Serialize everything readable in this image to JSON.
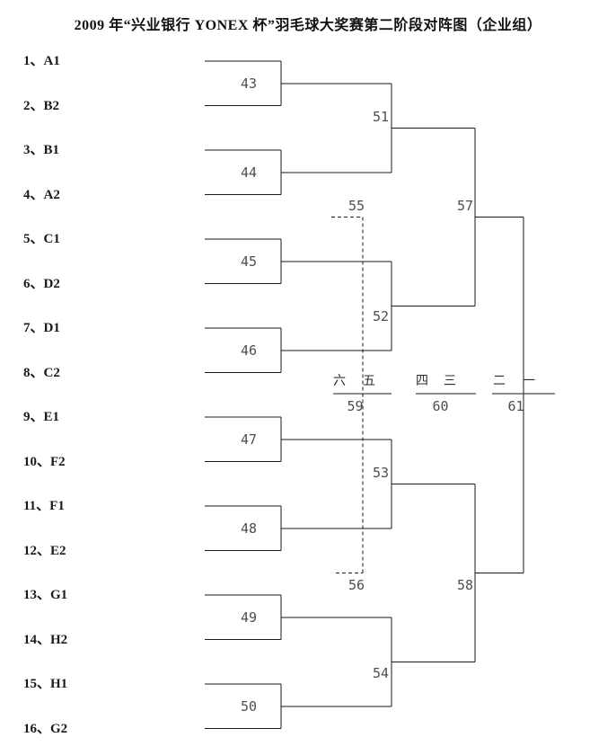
{
  "title": "2009 年“兴业银行 YONEX 杯”羽毛球大奖赛第二阶段对阵图（企业组）",
  "players": [
    "1、A1",
    "2、B2",
    "3、B1",
    "4、A2",
    "5、C1",
    "6、D2",
    "7、D1",
    "8、C2",
    "9、E1",
    "10、F2",
    "11、F1",
    "12、E2",
    "13、G1",
    "14、H2",
    "15、H1",
    "16、G2"
  ],
  "matches": {
    "round1": [
      "43",
      "44",
      "45",
      "46",
      "47",
      "48",
      "49",
      "50"
    ],
    "quarterfinals": [
      "51",
      "52",
      "53",
      "54"
    ],
    "consolation_semis": [
      "55",
      "56"
    ],
    "semifinals": [
      "57",
      "58"
    ],
    "placement": {
      "fifth_sixth": "59",
      "third_fourth": "60",
      "final": "61"
    }
  },
  "placement_headers": [
    "六",
    "五",
    "四",
    "三",
    "二",
    "一"
  ],
  "colors": {
    "line": "#1a1a1a",
    "label_text": "#1a1a1a",
    "match_number": "#4d4d4d"
  }
}
